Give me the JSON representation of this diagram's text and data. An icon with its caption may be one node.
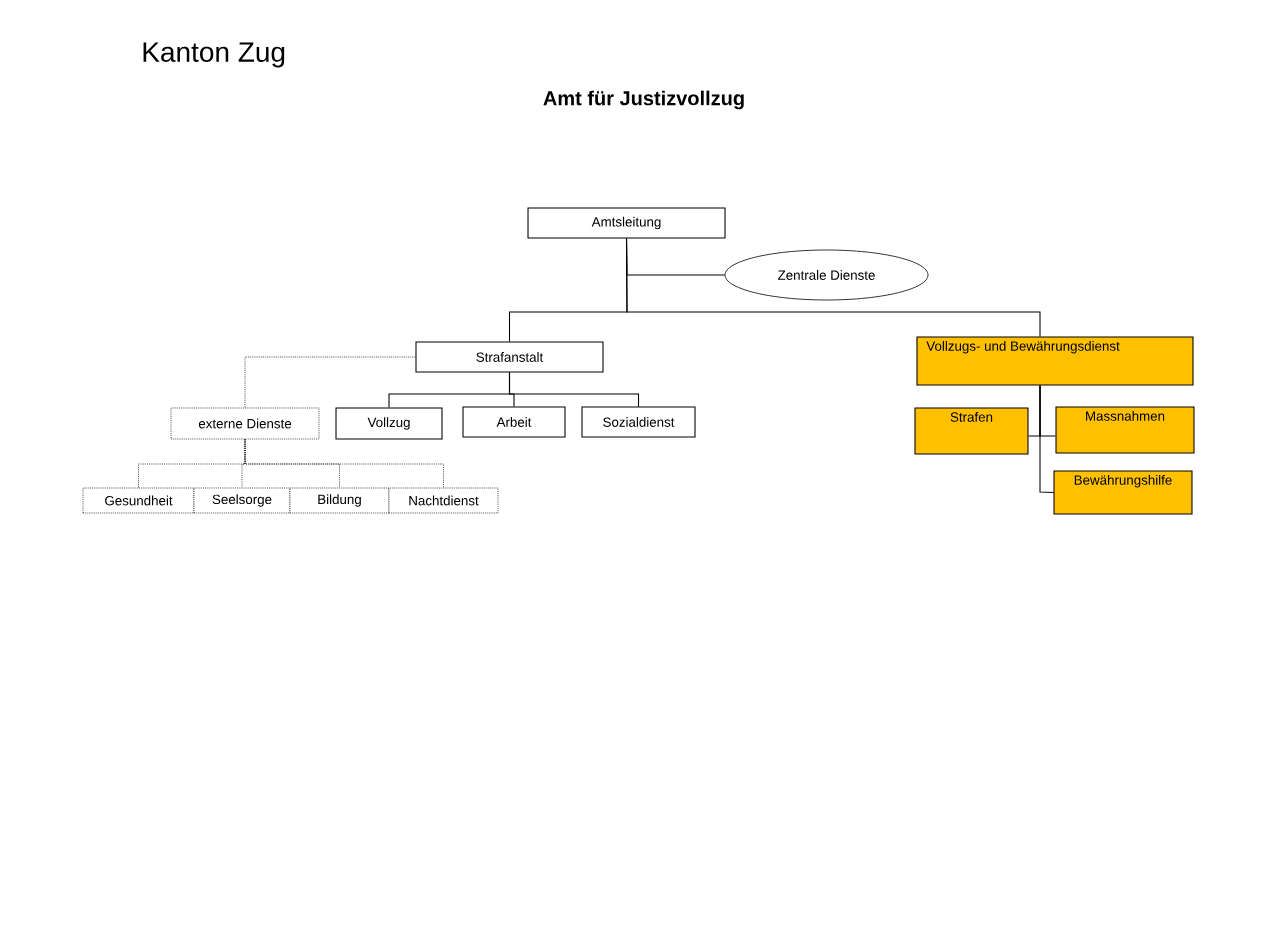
{
  "diagram": {
    "title": "Amt für Justizvollzug",
    "nodes": [
      {
        "text": [
          "Amtsleitung"
        ]
      },
      {
        "text": [
          "Zentrale Dienste"
        ]
      },
      {
        "text": [
          "Strafanstalt"
        ]
      },
      {
        "text": [
          "Vollzugs- und Bewährungsdienst"
        ]
      },
      {
        "text": [
          "externe Dienste"
        ]
      },
      {
        "text": [
          "Vollzug"
        ]
      },
      {
        "text": [
          "Arbeit"
        ]
      },
      {
        "text": [
          "Sozialdienst"
        ]
      },
      {
        "text": [
          "Strafen"
        ]
      },
      {
        "text": [
          "Massnahmen"
        ]
      },
      {
        "text": [
          "Bewährungshilfe"
        ]
      },
      {
        "text": [
          "Gesundheit"
        ]
      },
      {
        "text": [
          "Seelsorge"
        ]
      },
      {
        "text": [
          "Bildung"
        ]
      },
      {
        "text": [
          "Nachtdienst"
        ]
      }
    ],
    "edges": [
      {
        "from": 0,
        "to": 1,
        "arrow": "none"
      },
      {
        "from": 0,
        "to": 2,
        "arrow": "none"
      },
      {
        "from": 0,
        "to": 3,
        "arrow": "none"
      },
      {
        "from": 2,
        "to": 4,
        "arrow": "none",
        "style": "dashed"
      },
      {
        "from": 2,
        "to": 5,
        "arrow": "none"
      },
      {
        "from": 2,
        "to": 6,
        "arrow": "none"
      },
      {
        "from": 2,
        "to": 7,
        "arrow": "none"
      },
      {
        "from": 3,
        "to": 8,
        "arrow": "none"
      },
      {
        "from": 3,
        "to": 9,
        "arrow": "none"
      },
      {
        "from": 3,
        "to": 10,
        "arrow": "none"
      },
      {
        "from": 4,
        "to": 11,
        "arrow": "none",
        "style": "dashed"
      },
      {
        "from": 4,
        "to": 12,
        "arrow": "none",
        "style": "dashed"
      },
      {
        "from": 4,
        "to": 13,
        "arrow": "none",
        "style": "dashed"
      },
      {
        "from": 4,
        "to": 14,
        "arrow": "none",
        "style": "dashed"
      }
    ],
    "labels": [
      "Kanton Zug"
    ]
  }
}
